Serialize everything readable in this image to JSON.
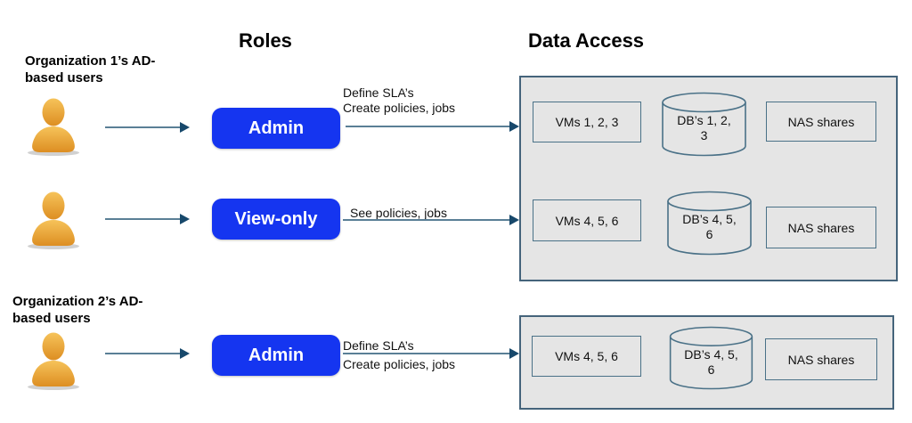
{
  "headings": {
    "roles": "Roles",
    "data_access": "Data Access"
  },
  "org_groups": [
    {
      "label_line1": "Organization 1’s AD-",
      "label_line2": "based users"
    },
    {
      "label_line1": "Organization 2’s AD-",
      "label_line2": "based users"
    }
  ],
  "flows": [
    {
      "role": "Admin",
      "actions": [
        "Define SLA’s",
        "Create policies, jobs"
      ]
    },
    {
      "role": "View-only",
      "actions": [
        "See policies, jobs"
      ]
    },
    {
      "role": "Admin",
      "actions": [
        "Define SLA’s",
        "Create policies, jobs"
      ]
    }
  ],
  "panels": [
    {
      "rows": [
        {
          "vms": "VMs 1, 2, 3",
          "dbs": "DB’s 1, 2, 3",
          "nas": "NAS shares"
        },
        {
          "vms": "VMs 4, 5, 6",
          "dbs": "DB’s 4, 5, 6",
          "nas": "NAS shares"
        }
      ]
    },
    {
      "rows": [
        {
          "vms": "VMs 4, 5, 6",
          "dbs": "DB’s 4, 5, 6",
          "nas": "NAS shares"
        }
      ]
    }
  ],
  "colors": {
    "role_button_blue": "#1535f0",
    "panel_fill": "#e5e5e5",
    "panel_border": "#45647b",
    "shape_border": "#4a7187",
    "arrow_line": "#5a7f96",
    "arrow_head": "#17486b",
    "user_icon_gold_top": "#f6c35a",
    "user_icon_gold_bottom": "#dd8e22"
  }
}
